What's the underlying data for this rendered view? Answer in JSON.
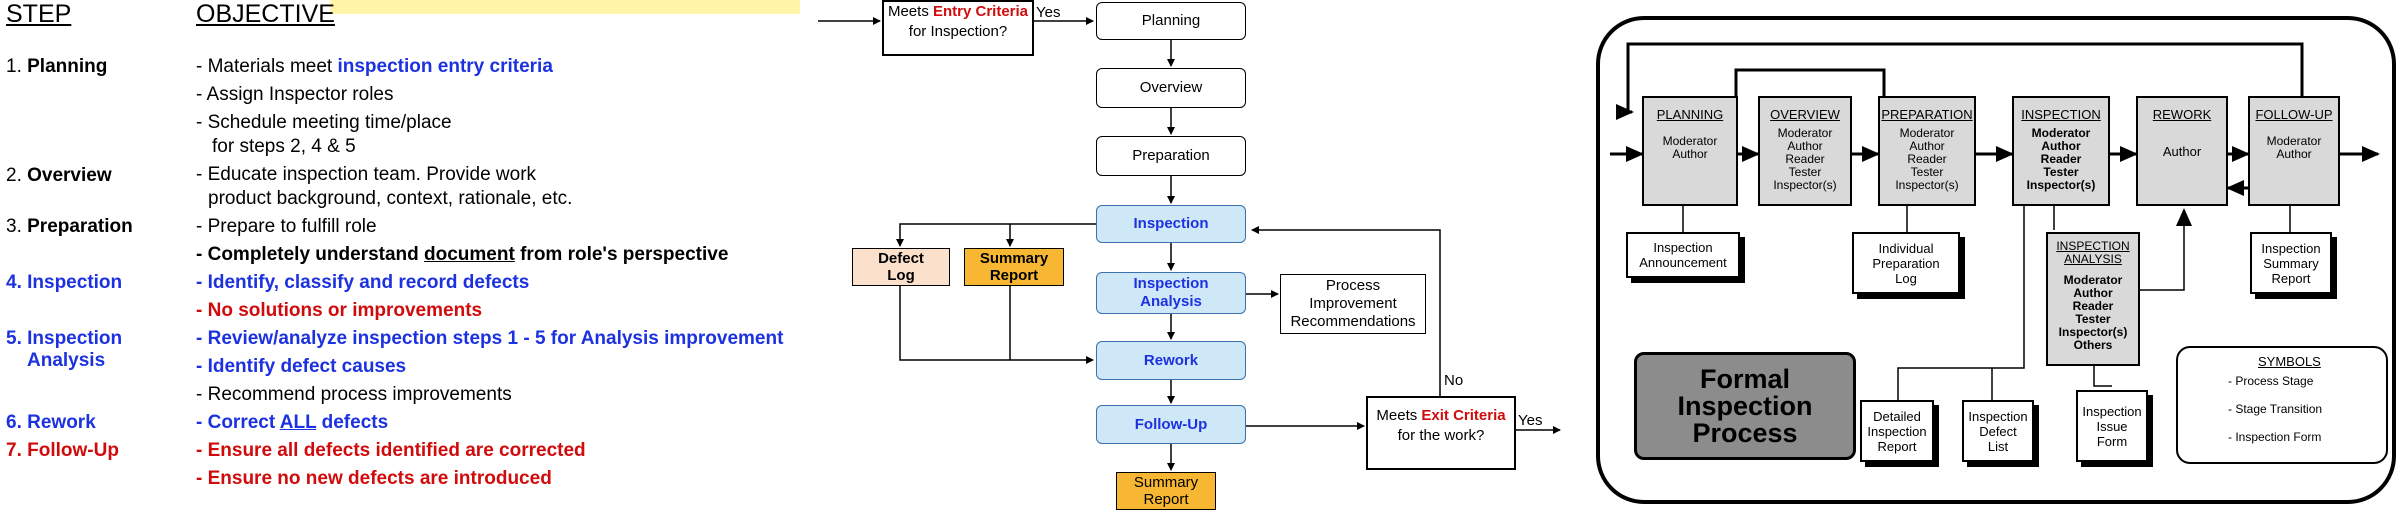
{
  "table": {
    "header_step": "STEP",
    "header_objective": "OBJECTIVE",
    "steps": [
      {
        "num": "1. ",
        "name": "Planning",
        "name2": ""
      },
      {
        "num": "2. ",
        "name": "Overview",
        "name2": ""
      },
      {
        "num": "3. ",
        "name": "Preparation",
        "name2": ""
      },
      {
        "num": "4. ",
        "name": "Inspection",
        "name2": ""
      },
      {
        "num": "5. ",
        "name": "Inspection",
        "name2": "Analysis"
      },
      {
        "num": "6. ",
        "name": "Rework",
        "name2": ""
      },
      {
        "num": "7. ",
        "name": "Follow-Up",
        "name2": ""
      }
    ],
    "objectives": {
      "o1a_pre": "- Materials meet ",
      "o1a_hl": "inspection entry criteria",
      "o1b": "- Assign Inspector roles",
      "o1c": "- Schedule meeting time/place",
      "o1d": "for steps 2, 4 & 5",
      "o2a": "- Educate inspection team.  Provide work",
      "o2b": "product background, context, rationale, etc.",
      "o3a": "- Prepare to fulfill role",
      "o3b_pre": "- Completely understand ",
      "o3b_ul": "document",
      "o3b_post": " from role's perspective",
      "o4a": "- Identify, classify and record defects",
      "o4b": "- No solutions or improvements",
      "o5a": "- Review/analyze inspection steps 1 - 5 for Analysis improvement",
      "o5b": "- Identify defect causes",
      "o5c": "- Recommend process improvements",
      "o6_pre": "- Correct ",
      "o6_ul": "ALL",
      "o6_post": " defects",
      "o7a": "- Ensure all defects identified are corrected",
      "o7b": "- Ensure no new defects are introduced"
    }
  },
  "flow": {
    "entry_pre": "Meets ",
    "entry_red": "Entry Criteria",
    "entry_post": "for Inspection?",
    "yes_top": "Yes",
    "planning": "Planning",
    "overview": "Overview",
    "preparation": "Preparation",
    "inspection": "Inspection",
    "analysis": "Inspection Analysis",
    "rework": "Rework",
    "followup": "Follow-Up",
    "defect_log": "Defect Log",
    "summary_left": "Summary Report",
    "process_improvement": "Process Improvement Recommendations",
    "exit_pre": "Meets ",
    "exit_red": "Exit Criteria",
    "exit_post": "for the work?",
    "yes_exit": "Yes",
    "no": "No",
    "summary_bottom": "Summary Report",
    "colors": {
      "blue_box": "#cfe8f7",
      "defect_log": "#fbe0cc",
      "summary": "#f7b733"
    }
  },
  "formal": {
    "stages": [
      {
        "title": "PLANNING",
        "roles": [
          "Moderator",
          "Author"
        ]
      },
      {
        "title": "OVERVIEW",
        "roles": [
          "Moderator",
          "Author",
          "Reader",
          "Tester",
          "Inspector(s)"
        ]
      },
      {
        "title": "PREPARATION",
        "roles": [
          "Moderator",
          "Author",
          "Reader",
          "Tester",
          "Inspector(s)"
        ]
      },
      {
        "title": "INSPECTION",
        "roles": [
          "Moderator",
          "Author",
          "Reader",
          "Tester",
          "Inspector(s)"
        ]
      },
      {
        "title": "REWORK",
        "roles": [
          "Author"
        ]
      },
      {
        "title": "FOLLOW-UP",
        "roles": [
          "Moderator",
          "Author"
        ]
      }
    ],
    "analysis": {
      "title1": "INSPECTION",
      "title2": "ANALYSIS",
      "roles": [
        "Moderator",
        "Author",
        "Reader",
        "Tester",
        "Inspector(s)",
        "Others"
      ]
    },
    "forms": {
      "announcement": "Inspection Announcement",
      "prep_log": "Individual Preparation Log",
      "summary": "Inspection Summary Report",
      "detailed": "Detailed Inspection Report",
      "defect_list": "Inspection Defect List",
      "issue_form": "Inspection Issue Form"
    },
    "title": "Formal Inspection Process",
    "symbols": {
      "heading": "SYMBOLS",
      "stage": "-  Process Stage",
      "transition": "-  Stage Transition",
      "form": "-  Inspection Form"
    }
  }
}
